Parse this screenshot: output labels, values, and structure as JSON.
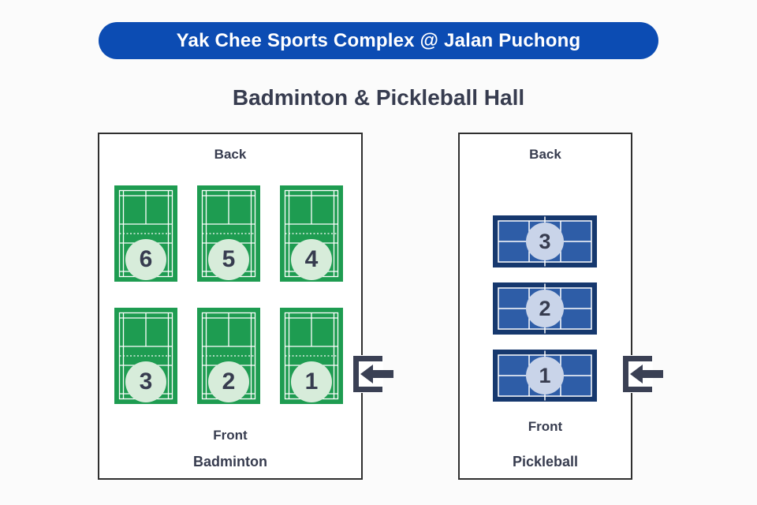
{
  "header": {
    "title": "Yak Chee Sports Complex @ Jalan Puchong"
  },
  "page_title": "Badminton & Pickleball Hall",
  "colors": {
    "page_bg": "#fbfbfb",
    "header_bg": "#0c4cb3",
    "header_text": "#ffffff",
    "text": "#373c4f",
    "box_border": "#2f2f2f",
    "box_bg": "#ffffff",
    "badminton_court": "#1e9c51",
    "badminton_badge": "#d7ecda",
    "pickleball_border": "#16386e",
    "pickleball_court": "#2e5da7",
    "pickleball_badge": "#c9d4e9",
    "court_line": "#ffffff",
    "icon": "#3a4054"
  },
  "badminton": {
    "name": "Badminton",
    "back_label": "Back",
    "front_label": "Front",
    "court_rows": [
      [
        "6",
        "5",
        "4"
      ],
      [
        "3",
        "2",
        "1"
      ]
    ]
  },
  "pickleball": {
    "name": "Pickleball",
    "back_label": "Back",
    "front_label": "Front",
    "courts": [
      "3",
      "2",
      "1"
    ]
  },
  "entrance": {
    "icon": "entrance-arrow-icon"
  }
}
